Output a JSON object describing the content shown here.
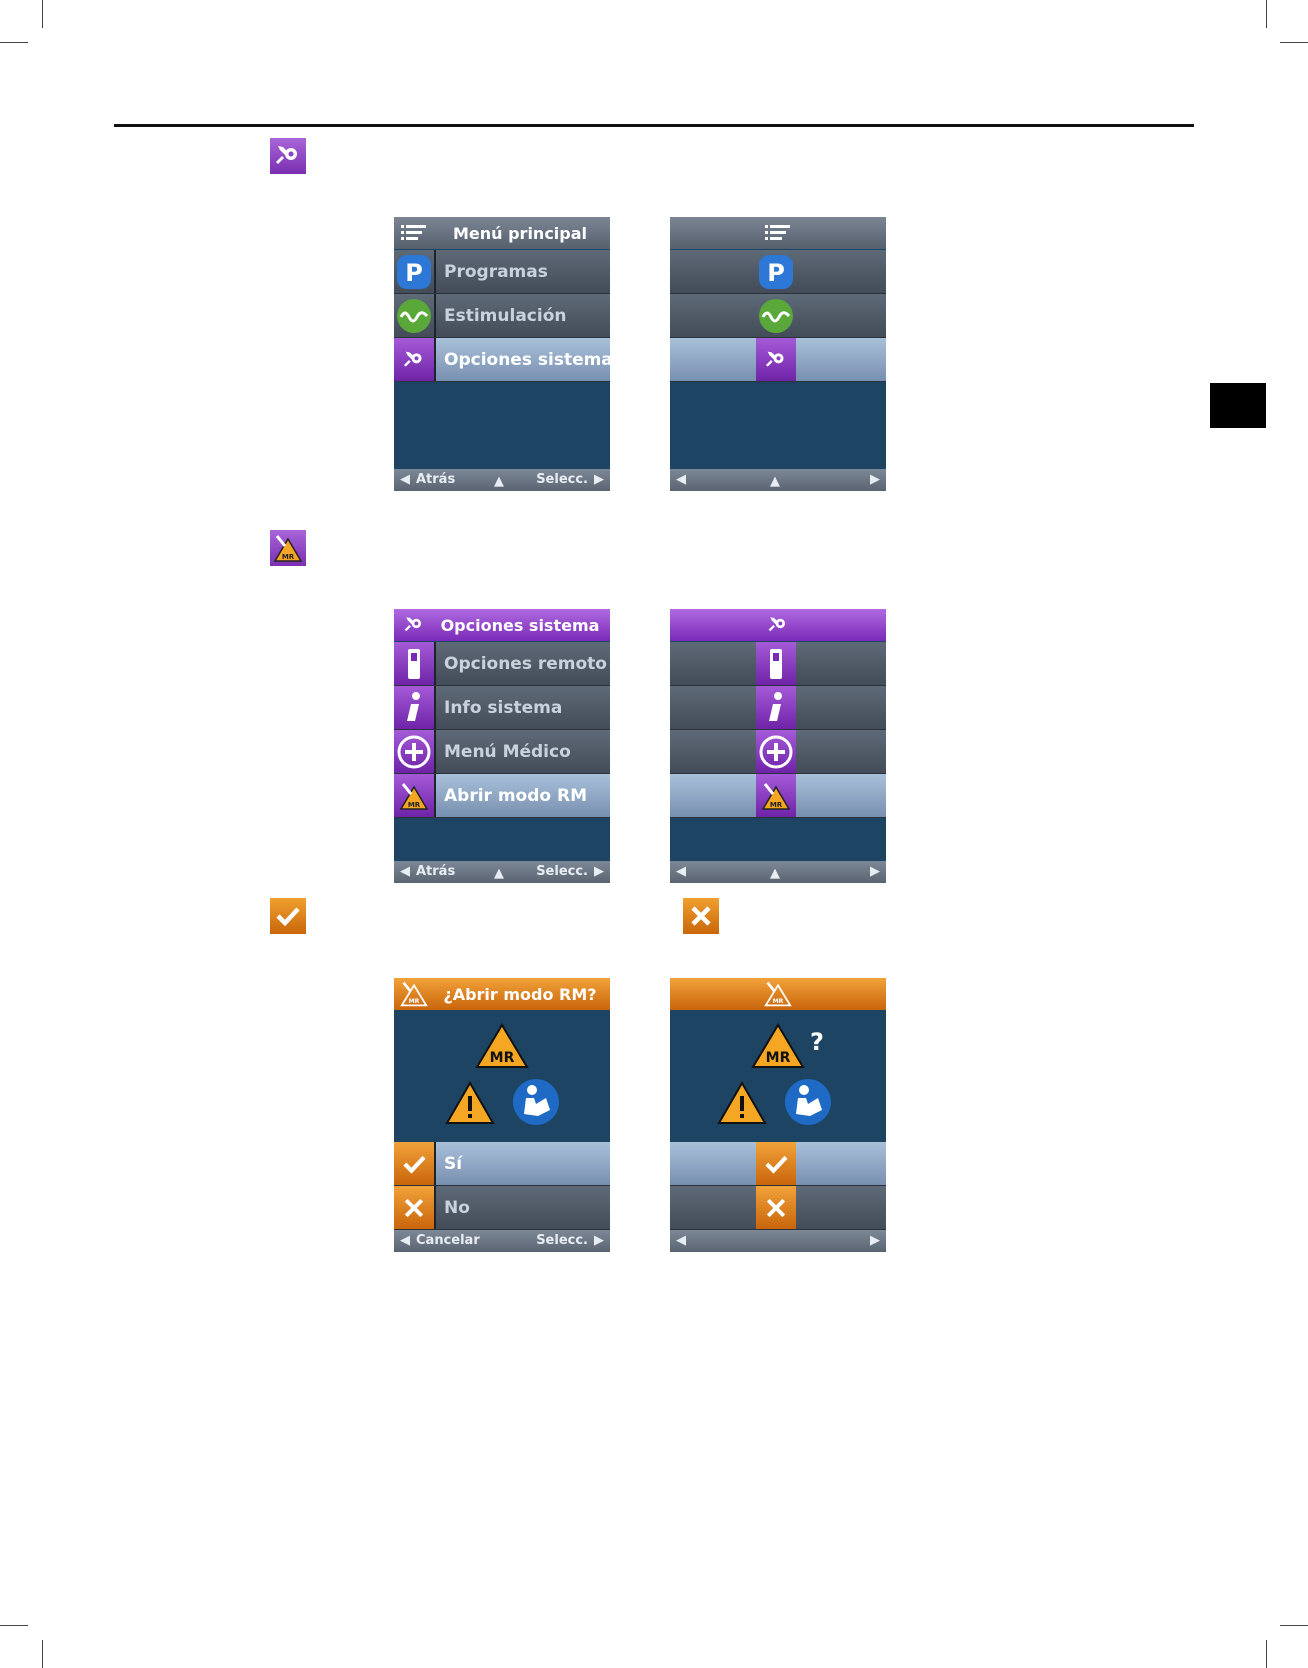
{
  "page": {
    "step_icons": [
      "system-options-icon",
      "mr-mode-icon",
      "check-icon",
      "close-icon"
    ]
  },
  "screens": {
    "main_menu_text": {
      "title": "Menú principal",
      "items": [
        "Programas",
        "Estimulación",
        "Opciones sistema"
      ],
      "footer": {
        "back": "Atrás",
        "select": "Selecc."
      }
    },
    "system_options_text": {
      "title": "Opciones sistema",
      "items": [
        "Opciones remoto",
        "Info sistema",
        "Menú Médico",
        "Abrir modo RM"
      ],
      "footer": {
        "back": "Atrás",
        "select": "Selecc."
      }
    },
    "mr_confirm_text": {
      "title": "¿Abrir modo RM?",
      "mr_badge": "MR",
      "items": [
        "Sí",
        "No"
      ],
      "footer": {
        "back": "Cancelar",
        "select": "Selecc."
      }
    },
    "mr_confirm_icons": {
      "question_mark": "?",
      "mr_badge": "MR"
    }
  },
  "colors": {
    "purple_accent": "#8a3fc4",
    "orange_accent": "#d9760f",
    "screen_background": "#1d4563",
    "selected_row": "#8ea6c4"
  }
}
